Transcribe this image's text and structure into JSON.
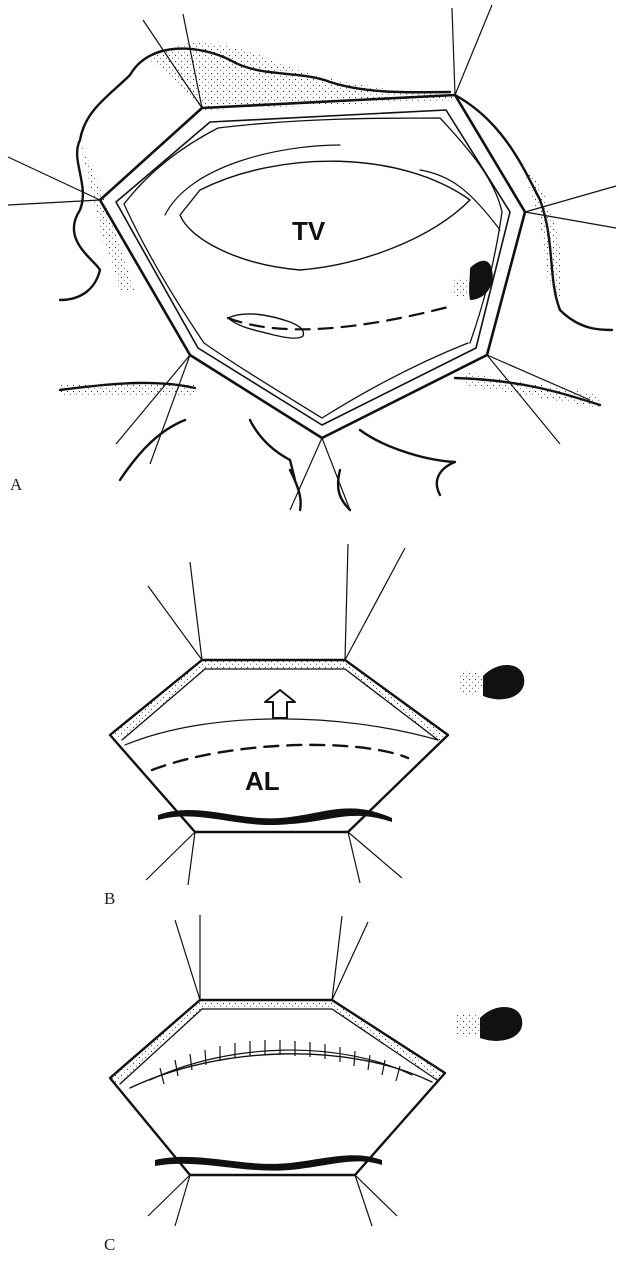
{
  "figure": {
    "panels": [
      {
        "letter": "A",
        "structure_label": "TV"
      },
      {
        "letter": "B",
        "structure_label": "AL"
      },
      {
        "letter": "C",
        "structure_label": ""
      }
    ]
  },
  "colors": {
    "ink": "#111111",
    "background": "#ffffff"
  }
}
